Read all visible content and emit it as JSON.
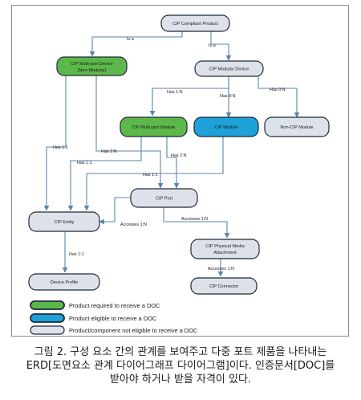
{
  "colors": {
    "green": "#5cb84a",
    "blue": "#1ea0d8",
    "grey": "#dde2ea",
    "edge": "#5a86ad",
    "border": "#1f2a36"
  },
  "nodes": {
    "cip_compliant_product": "CIP Compliant Product",
    "multiport_device_l1": "CIP Multi-port Device",
    "multiport_device_l2": "(Non-Modular)",
    "modular_device": "CIP Modular Device",
    "multiport_module": "CIP Multi-port Module",
    "cip_module": "CIP Module",
    "non_cip_module": "Non-CIP Module",
    "cip_port": "CIP Port",
    "cip_entity": "CIP Entity",
    "physical_media_l1": "CIP Physical Media",
    "physical_media_l2": "Attachment",
    "device_profile": "Device Profile",
    "cip_connector": "CIP Connector"
  },
  "edges": {
    "is_a_1": "Is a",
    "is_a_2": "Is a",
    "has_1n_modules": "Has 1:N",
    "has_0n_cip": "Has 0:N",
    "has_0n_noncip": "Has 0:N",
    "has_11_a": "Has 1:1",
    "has_2n_a": "Has 2:N",
    "has_11_b": "Has 1:1",
    "has_2n_b": "Has 2:N",
    "has_11_c": "Has 1:1",
    "accesses_entity": "Accesses 1:N",
    "accesses_media": "Accesses 1:N",
    "has_11_profile": "Has 1:1",
    "accesses_connector": "Accesses 1:N"
  },
  "legend": [
    {
      "label": "Product required to receive a DOC",
      "color": "#5cb84a"
    },
    {
      "label": "Product eligible to receive a DOC",
      "color": "#1ea0d8"
    },
    {
      "label": "Product/component not eligible to receive a DOC",
      "color": "#dde2ea"
    }
  ],
  "caption": {
    "line1": "그림 2. 구성 요소 간의 관계를 보여주고 다중 포트 제품을 나타내는",
    "line2": "ERD[도면요소 관계 다이어그래프 다이어그램]이다. 인증문서[DOC]를",
    "line3": "받아야 하거나 받을 자격이 있다."
  }
}
